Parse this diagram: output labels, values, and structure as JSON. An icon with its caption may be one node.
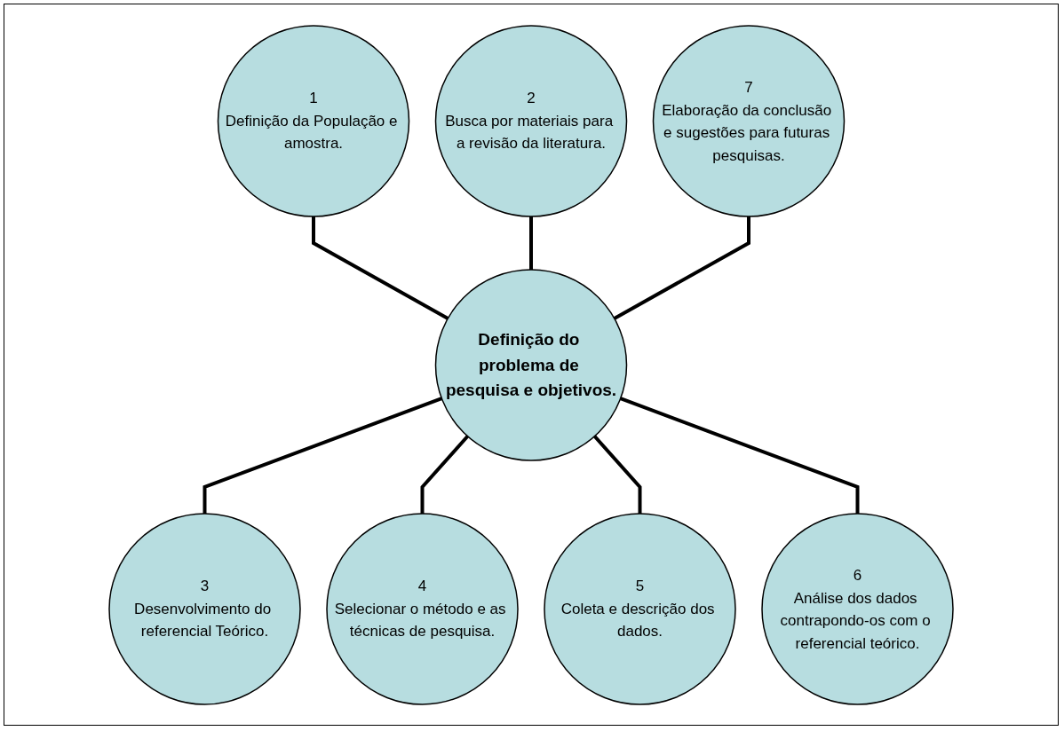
{
  "diagram": {
    "nodes": [
      {
        "text": [
          "Definição do problema de pesquisa e objetivos."
        ]
      },
      {
        "text": [
          "1",
          "Definição da População e amostra."
        ]
      },
      {
        "text": [
          "2",
          "Busca por materiais para a revisão da literatura."
        ]
      },
      {
        "text": [
          "3",
          "Desenvolvimento do referencial Teórico."
        ]
      },
      {
        "text": [
          "4",
          "Selecionar o método e as técnicas de pesquisa."
        ]
      },
      {
        "text": [
          "5",
          "Coleta e descrição dos dados."
        ]
      },
      {
        "text": [
          "6",
          "Análise dos dados contrapondo-os com o referencial teórico."
        ]
      },
      {
        "text": [
          "7",
          "Elaboração da conclusão e sugestões para futuras pesquisas."
        ]
      }
    ],
    "edges": [
      {
        "from": 0,
        "to": 1,
        "arrow": "none"
      },
      {
        "from": 0,
        "to": 2,
        "arrow": "none"
      },
      {
        "from": 0,
        "to": 3,
        "arrow": "none"
      },
      {
        "from": 0,
        "to": 4,
        "arrow": "none"
      },
      {
        "from": 0,
        "to": 5,
        "arrow": "none"
      },
      {
        "from": 0,
        "to": 6,
        "arrow": "none"
      },
      {
        "from": 0,
        "to": 7,
        "arrow": "none"
      }
    ]
  }
}
